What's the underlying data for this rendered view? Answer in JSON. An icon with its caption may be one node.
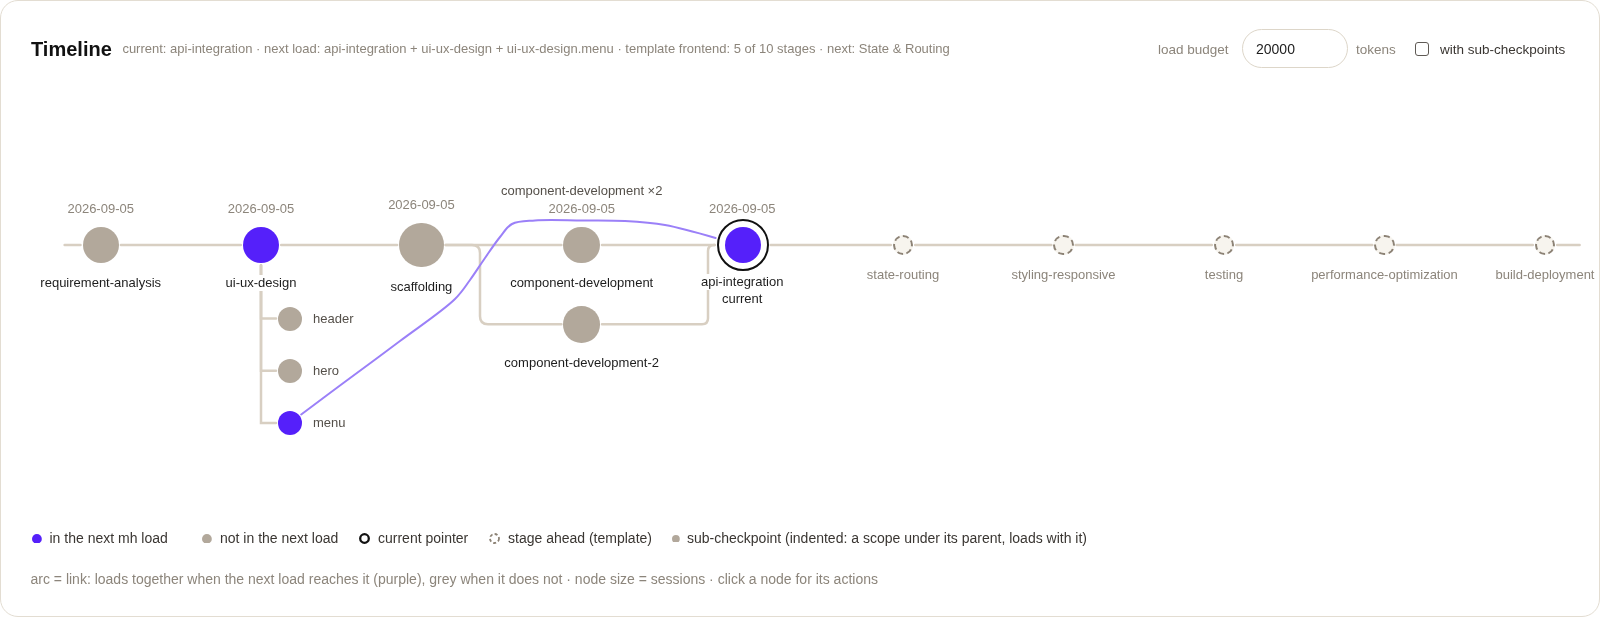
{
  "diagram": {
    "title": "Timeline",
    "nodes": [
      {
        "text": [
          "requirement-analysis"
        ],
        "beside": [
          "2026-09-05"
        ]
      },
      {
        "text": [
          "ui-ux-design"
        ],
        "beside": [
          "2026-09-05"
        ]
      },
      {
        "text": [
          "header"
        ]
      },
      {
        "text": [
          "hero"
        ]
      },
      {
        "text": [
          "menu"
        ]
      },
      {
        "text": [
          "scaffolding"
        ],
        "beside": [
          "2026-09-05"
        ]
      },
      {
        "text": [
          "component-development"
        ],
        "beside": [
          "component-development ×2",
          "2026-09-05"
        ]
      },
      {
        "text": [
          "component-development-2"
        ]
      },
      {
        "text": [
          "api-integration",
          "current"
        ],
        "beside": [
          "2026-09-05"
        ]
      },
      {
        "text": [
          "state-routing"
        ]
      },
      {
        "text": [
          "styling-responsive"
        ]
      },
      {
        "text": [
          "testing"
        ]
      },
      {
        "text": [
          "performance-optimization"
        ]
      },
      {
        "text": [
          "build-deployment"
        ]
      }
    ],
    "edges": [
      {
        "from": null,
        "to": 0,
        "arrow": "none"
      },
      {
        "from": 0,
        "to": 1,
        "arrow": "none"
      },
      {
        "from": 1,
        "to": 5,
        "arrow": "none"
      },
      {
        "from": 1,
        "to": 2,
        "arrow": "none"
      },
      {
        "from": 1,
        "to": 3,
        "arrow": "none"
      },
      {
        "from": 1,
        "to": 4,
        "arrow": "none"
      },
      {
        "from": 5,
        "to": 6,
        "arrow": "none"
      },
      {
        "from": 5,
        "to": 7,
        "arrow": "none"
      },
      {
        "from": 6,
        "to": 8,
        "arrow": "none"
      },
      {
        "from": 7,
        "to": 8,
        "arrow": "none"
      },
      {
        "from": 8,
        "to": 9,
        "arrow": "none"
      },
      {
        "from": 9,
        "to": 10,
        "arrow": "none"
      },
      {
        "from": 10,
        "to": 11,
        "arrow": "none"
      },
      {
        "from": 11,
        "to": 12,
        "arrow": "none"
      },
      {
        "from": 12,
        "to": 13,
        "arrow": "none"
      },
      {
        "from": 13,
        "to": null,
        "arrow": "none"
      },
      {
        "from": 4,
        "to": 8,
        "arrow": "none",
        "color": "#9b80f8"
      }
    ],
    "labels": [
      "current: api-integration · next load: api-integration + ui-ux-design + ui-ux-design.menu · template frontend: 5 of 10 stages · next: State & Routing",
      "load budget",
      "20000",
      "tokens",
      "with sub-checkpoints",
      "arc = link: loads together when the next load reaches it (purple), grey when it does not · node size = sessions · click a node for its actions"
    ],
    "legend": [
      {
        "text": "in the next mh load",
        "color": "#5520fa"
      },
      {
        "text": "not in the next load",
        "color": "#b2a89b"
      },
      {
        "text": "current pointer"
      },
      {
        "text": "stage ahead (template)"
      },
      {
        "text": "sub-checkpoint (indented: a scope under its parent, loads with it)",
        "color": "#b2a89b"
      }
    ]
  }
}
